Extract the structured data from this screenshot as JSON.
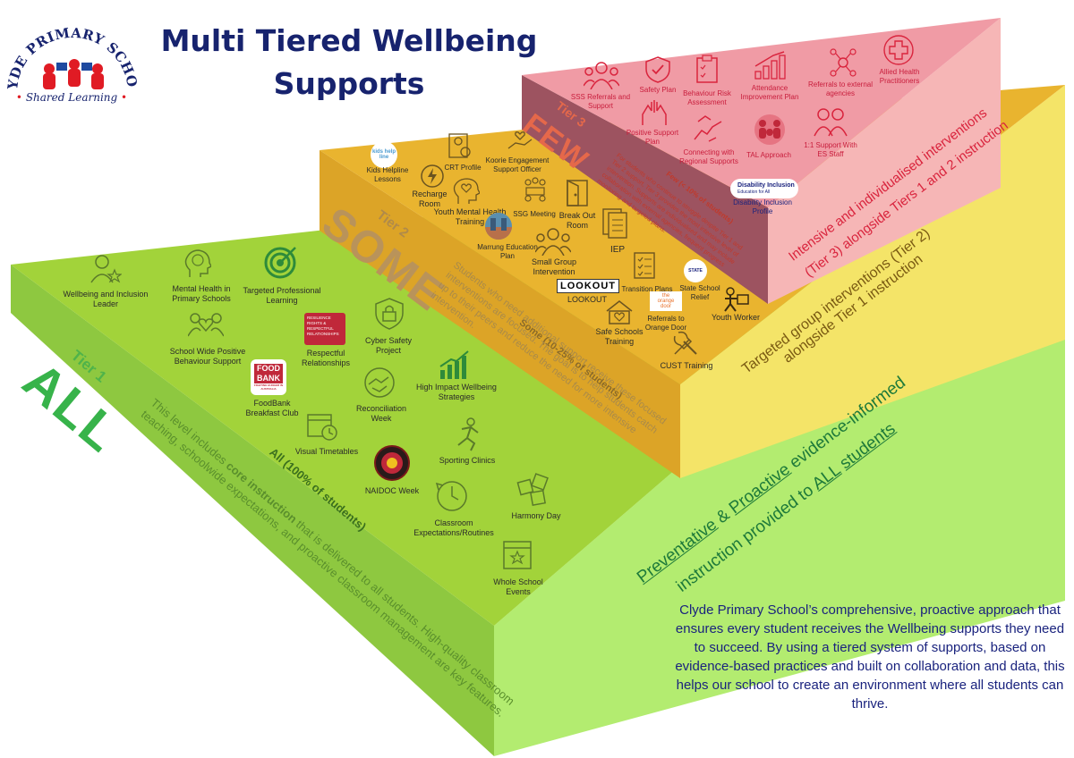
{
  "header": {
    "title_line1": "Multi Tiered Wellbeing",
    "title_line2": "Supports"
  },
  "logo": {
    "arc_text": "CLYDE PRIMARY SCHOOL",
    "motto": "Shared Learning",
    "bullet": "•"
  },
  "tier1": {
    "tier_label": "Tier 1",
    "word": "ALL",
    "percent_label": "All (100% of students)",
    "description_prefix": "This level includes",
    "description_bold": "core instruction",
    "description_rest": "that is delivered to all students. High-quality classroom teaching, schoolwide expectations, and proactive classroom management are key features.",
    "side_line1_a": "Preventative",
    "side_line1_b": "&",
    "side_line1_c": "Proactive",
    "side_line1_d": "evidence-informed",
    "side_line2_a": "instruction provided to",
    "side_line2_b": "ALL",
    "side_line2_c": "students",
    "items": [
      {
        "label": "Wellbeing and Inclusion Leader",
        "icon": "person-star-icon"
      },
      {
        "label": "Mental Health in Primary Schools",
        "icon": "brain-head-icon"
      },
      {
        "label": "Targeted Professional Learning",
        "icon": "target-icon"
      },
      {
        "label": "School Wide Positive Behaviour Support",
        "icon": "people-heart-icon"
      },
      {
        "label": "Respectful Relationships",
        "icon": "respectful-relationships-logo"
      },
      {
        "label": "Cyber Safety Project",
        "icon": "shield-lock-icon"
      },
      {
        "label": "FoodBank Breakfast Club",
        "icon": "foodbank-logo"
      },
      {
        "label": "Reconciliation Week",
        "icon": "handshake-heart-icon"
      },
      {
        "label": "High Impact Wellbeing Strategies",
        "icon": "growth-chart-icon"
      },
      {
        "label": "Visual Timetables",
        "icon": "calendar-clock-icon"
      },
      {
        "label": "Sporting Clinics",
        "icon": "runner-icon"
      },
      {
        "label": "NAIDOC Week",
        "icon": "naidoc-logo"
      },
      {
        "label": "Classroom Expectations/Routines",
        "icon": "clock-arrow-icon"
      },
      {
        "label": "Harmony Day",
        "icon": "puzzle-pieces-icon"
      },
      {
        "label": "Whole School Events",
        "icon": "calendar-star-icon"
      }
    ],
    "logos": {
      "rr_text": "RESILIENCE RIGHTS & RESPECTFUL RELATIONSHIPS",
      "foodbank_line1": "FOOD",
      "foodbank_line2": "BANK",
      "foodbank_sub": "FIGHTING HUNGER IN AUSTRALIA"
    }
  },
  "tier2": {
    "tier_label": "Tier 2",
    "word": "SOME",
    "percent_label": "Some (10-25% of students)",
    "description": "Students who need additional support receive these focused interventions are focused. The goal is to help students catch up to their peers and reduce the need for more intensive intervention.",
    "side_line1": "Targeted group interventions (Tier 2)",
    "side_line2": "alongside Tier 1 instruction",
    "items": [
      {
        "label": "Kids Helpline Lessons",
        "icon": "kids-helpline-logo"
      },
      {
        "label": "CRT Profile",
        "icon": "profile-search-icon"
      },
      {
        "label": "Koorie Engagement Support Officer",
        "icon": "hand-heart-icon"
      },
      {
        "label": "Recharge Room",
        "icon": "recharge-icon"
      },
      {
        "label": "Youth Mental Health Training",
        "icon": "head-heart-icon"
      },
      {
        "label": "SSG Meeting",
        "icon": "group-meeting-icon"
      },
      {
        "label": "Break Out Room",
        "icon": "door-icon"
      },
      {
        "label": "Marrung Education Plan",
        "icon": "marrung-photo"
      },
      {
        "label": "IEP",
        "icon": "documents-icon"
      },
      {
        "label": "Small Group Intervention",
        "icon": "small-group-icon"
      },
      {
        "label": "LOOKOUT",
        "icon": "lookout-logo"
      },
      {
        "label": "Transition Plans",
        "icon": "checklist-icon"
      },
      {
        "label": "State School Relief",
        "icon": "state-school-relief-logo"
      },
      {
        "label": "Safe Schools Training",
        "icon": "school-heart-icon"
      },
      {
        "label": "Referrals to Orange Door",
        "icon": "orange-door-logo"
      },
      {
        "label": "Youth Worker",
        "icon": "youth-worker-icon"
      },
      {
        "label": "CUST Training",
        "icon": "tools-icon"
      }
    ],
    "logos": {
      "kids_helpline": "kids help line",
      "lookout": "LOOKOUT",
      "state_relief": "STATE",
      "orange_door_line1": "the",
      "orange_door_line2": "orange",
      "orange_door_line3": "door"
    }
  },
  "tier3": {
    "tier_label": "Tier 3",
    "word": "FEW",
    "percent_label": "Few (< 10% of students)",
    "description": "For students who continue to struggle despite Tier 1 and Tier 2 support, Tier 3 provides the most intensive level of intervention. Supports are individualised and may include collaboration with external agencies, frequent progress monitoring and targeted plans.",
    "side_line1": "Intensive and individualised interventions",
    "side_line2": "(Tier 3) alongside Tiers 1 and 2 instruction",
    "items": [
      {
        "label": "SSS Referrals and Support",
        "icon": "group-icon"
      },
      {
        "label": "Safety Plan",
        "icon": "shield-check-icon"
      },
      {
        "label": "Behaviour Risk Assessment",
        "icon": "clipboard-check-icon"
      },
      {
        "label": "Attendance Improvement Plan",
        "icon": "bar-growth-icon"
      },
      {
        "label": "Referrals to external agencies",
        "icon": "network-icon"
      },
      {
        "label": "Allied Health Practitioners",
        "icon": "health-cross-icon"
      },
      {
        "label": "Positive Support Plan",
        "icon": "hands-support-icon"
      },
      {
        "label": "Connecting with Regional Supports",
        "icon": "connect-hands-icon"
      },
      {
        "label": "TAL Approach",
        "icon": "tal-team-icon"
      },
      {
        "label": "1:1 Support With ES Staff",
        "icon": "one-to-one-icon"
      },
      {
        "label": "Disability Inclusion Profile",
        "icon": "disability-inclusion-logo"
      }
    ],
    "logos": {
      "disability_line1": "Disability Inclusion",
      "disability_line2": "Education for All"
    }
  },
  "description": "Clyde Primary School’s comprehensive, proactive approach that ensures every student receives the Wellbeing supports they need to succeed. By using a tiered system of supports, based on evidence-based practices and built on collaboration and data, this helps our school to create an environment where all students can thrive.",
  "colors": {
    "title": "#17236e",
    "tier1_top": "#9ed23b",
    "tier1_front": "#8cc63e",
    "tier1_side": "#b2ed6e",
    "tier2_top": "#e8b52f",
    "tier2_front": "#d9a326",
    "tier2_side": "#f2e466",
    "tier3_top": "#f09aa4",
    "tier3_front": "#9e5561",
    "tier3_side": "#f6b3b5",
    "tier3_text": "#d9243d",
    "side_text_green": "#1e7a3a",
    "side_text_brown": "#7a5a12",
    "side_text_red": "#d9243d"
  }
}
